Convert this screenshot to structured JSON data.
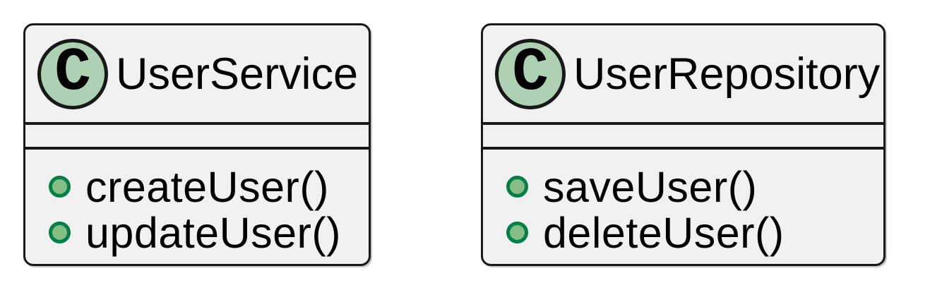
{
  "diagram": {
    "kind": "uml-class-diagram",
    "colors": {
      "background": "#FFFFFF",
      "box_fill": "#F1F1F1",
      "box_border": "#181818",
      "stereotype_circle_fill": "#ADD1B2",
      "stereotype_circle_border": "#181818",
      "public_method_dot_fill": "#84BE84",
      "public_method_dot_border": "#038048",
      "text": "#000000"
    },
    "classes": [
      {
        "stereotype_letter": "C",
        "name": "UserService",
        "fields": [],
        "methods": [
          {
            "visibility": "public",
            "label": "createUser()"
          },
          {
            "visibility": "public",
            "label": "updateUser()"
          }
        ]
      },
      {
        "stereotype_letter": "C",
        "name": "UserRepository",
        "fields": [],
        "methods": [
          {
            "visibility": "public",
            "label": "saveUser()"
          },
          {
            "visibility": "public",
            "label": "deleteUser()"
          }
        ]
      }
    ]
  }
}
